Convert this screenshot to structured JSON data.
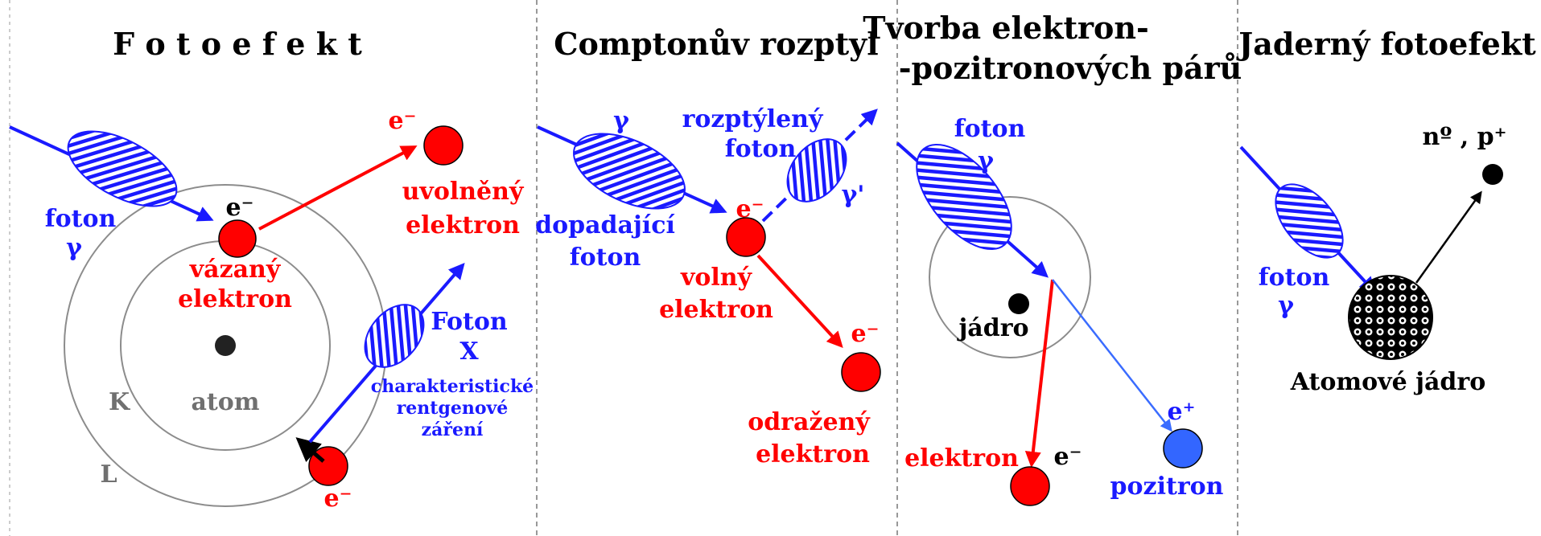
{
  "colors": {
    "photon_blue": "#1a1aff",
    "electron_red": "#ff0000",
    "positron_blue": "#3366ff",
    "orbit_gray": "#8c8c8c",
    "divider_gray": "#999999"
  },
  "panels": [
    {
      "title": "F o t o e f e k t",
      "photon": [
        "foton",
        "γ"
      ],
      "bound_electron_symbol": "e⁻",
      "bound_electron_label": [
        "vázaný",
        "elektron"
      ],
      "freed_electron_symbol": "e⁻",
      "freed_electron_label": [
        "uvolněný",
        "elektron"
      ],
      "atom_label": "atom",
      "shell_k": "K",
      "shell_l": "L",
      "xray_label": [
        "Foton",
        "X"
      ],
      "xray_desc": [
        "charakteristické",
        "rentgenové",
        "záření"
      ],
      "incoming_electron_symbol": "e⁻"
    },
    {
      "title": "Comptonův  rozptyl",
      "incoming_gamma": "γ",
      "incoming_label": [
        "dopadající",
        "foton"
      ],
      "electron_symbol": "e⁻",
      "electron_label": [
        "volný",
        "elektron"
      ],
      "scattered_label": [
        "rozptýlený",
        "foton"
      ],
      "scattered_gamma": "γ'",
      "recoil_symbol": "e⁻",
      "recoil_label": [
        "odražený",
        "elektron"
      ]
    },
    {
      "title": [
        "Tvorba elektron-",
        "-pozitronových párů"
      ],
      "photon": [
        "foton",
        "γ"
      ],
      "nucleus_label": "jádro",
      "electron_label": "elektron",
      "electron_symbol": "e⁻",
      "positron_symbol": "e⁺",
      "positron_label": "pozitron"
    },
    {
      "title": "Jaderný fotoefekt",
      "photon": [
        "foton",
        "γ"
      ],
      "particles": "nº , p⁺",
      "nucleus_label": "Atomové jádro"
    }
  ]
}
